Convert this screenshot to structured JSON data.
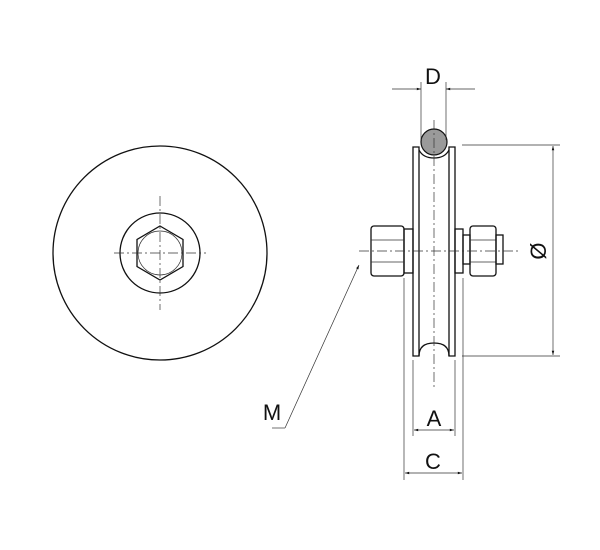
{
  "labels": {
    "d": "D",
    "diameter": "Ø",
    "m": "M",
    "a": "A",
    "c": "C"
  },
  "colors": {
    "line": "#111111",
    "rope_fill": "#9a9a9a"
  }
}
